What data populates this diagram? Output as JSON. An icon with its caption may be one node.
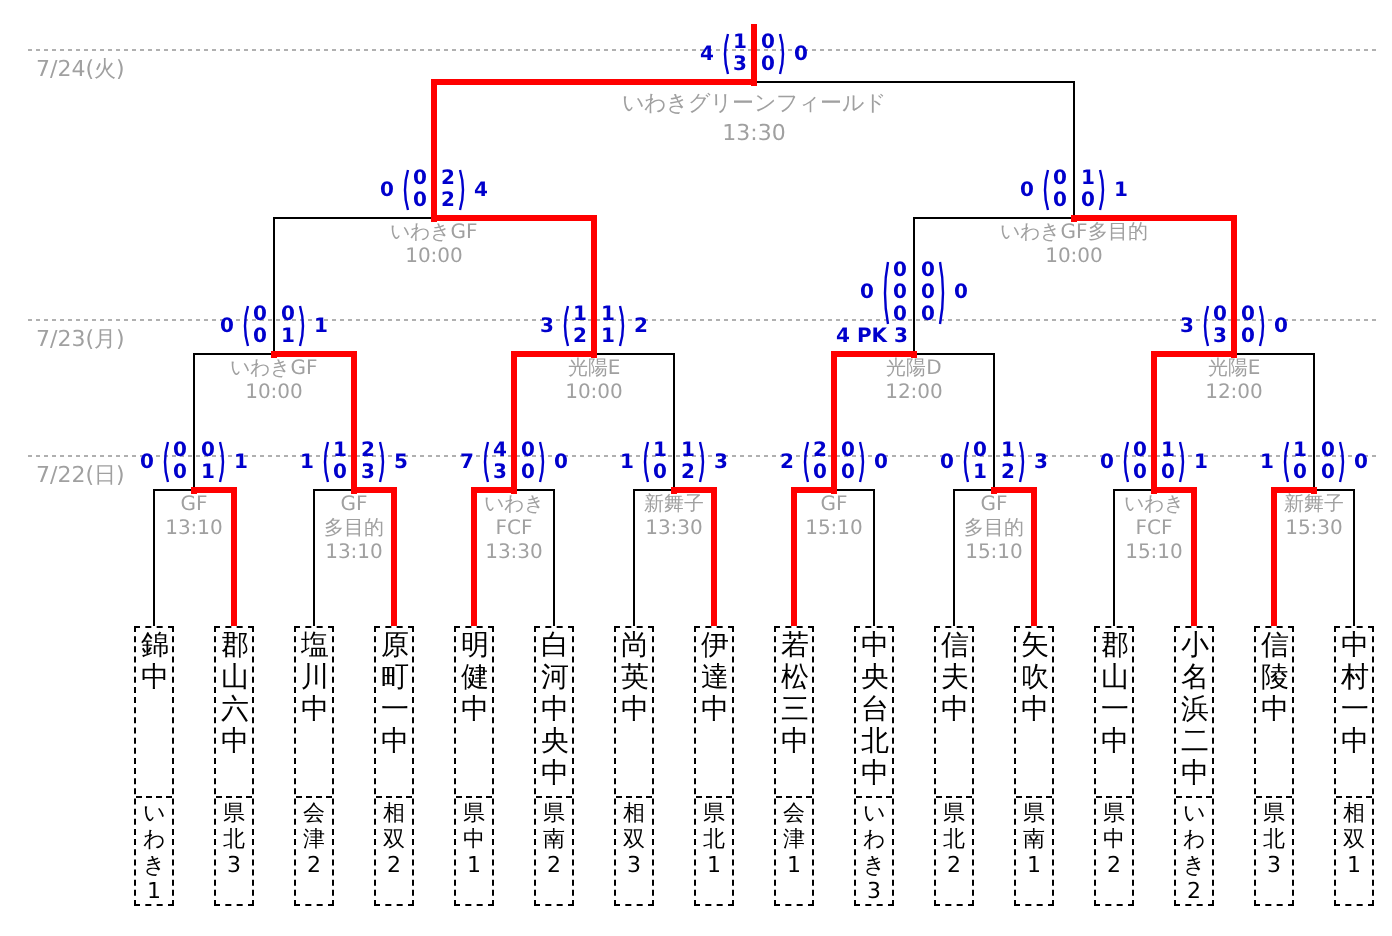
{
  "diagram": {
    "nodes": [
      {
        "text": [
          "いわきグリーンフィールド",
          "13:30"
        ],
        "beside": [
          "4",
          "1",
          "0",
          "3",
          "0",
          "0"
        ]
      },
      {
        "text": [
          "いわきGF",
          "10:00"
        ],
        "beside": [
          "0",
          "0",
          "2",
          "0",
          "2",
          "4"
        ]
      },
      {
        "text": [
          "いわきGF多目的",
          "10:00"
        ],
        "beside": [
          "0",
          "0",
          "1",
          "0",
          "0",
          "1"
        ]
      },
      {
        "text": [
          "いわきGF",
          "10:00"
        ],
        "beside": [
          "0",
          "0",
          "0",
          "0",
          "1",
          "1"
        ]
      },
      {
        "text": [
          "光陽E",
          "10:00"
        ],
        "beside": [
          "3",
          "1",
          "1",
          "2",
          "1",
          "2"
        ]
      },
      {
        "text": [
          "光陽D",
          "12:00"
        ],
        "beside": [
          "0",
          "0",
          "0",
          "0",
          "0",
          "0",
          "0",
          "0",
          "4 PK 3"
        ]
      },
      {
        "text": [
          "光陽E",
          "12:00"
        ],
        "beside": [
          "3",
          "0",
          "0",
          "3",
          "0",
          "0"
        ]
      },
      {
        "text": [
          "GF",
          "13:10"
        ],
        "beside": [
          "0",
          "0",
          "0",
          "0",
          "1",
          "1"
        ]
      },
      {
        "text": [
          "GF多目的",
          "13:10"
        ],
        "beside": [
          "1",
          "1",
          "2",
          "0",
          "3",
          "5"
        ]
      },
      {
        "text": [
          "いわきFCF",
          "13:30"
        ],
        "beside": [
          "7",
          "4",
          "0",
          "3",
          "0",
          "0"
        ]
      },
      {
        "text": [
          "新舞子",
          "13:30"
        ],
        "beside": [
          "1",
          "1",
          "1",
          "0",
          "2",
          "3"
        ]
      },
      {
        "text": [
          "GF",
          "15:10"
        ],
        "beside": [
          "2",
          "2",
          "0",
          "0",
          "0",
          "0"
        ]
      },
      {
        "text": [
          "GF多目的",
          "15:10"
        ],
        "beside": [
          "0",
          "0",
          "1",
          "1",
          "2",
          "3"
        ]
      },
      {
        "text": [
          "いわきFCF",
          "15:10"
        ],
        "beside": [
          "0",
          "0",
          "1",
          "0",
          "0",
          "1"
        ]
      },
      {
        "text": [
          "新舞子",
          "15:30"
        ],
        "beside": [
          "1",
          "1",
          "0",
          "0",
          "0",
          "0"
        ]
      },
      {
        "text": [
          "錦中",
          "いわき1"
        ]
      },
      {
        "text": [
          "郡山六中",
          "県北3"
        ]
      },
      {
        "text": [
          "塩川中",
          "会津2"
        ]
      },
      {
        "text": [
          "原町一中",
          "相双2"
        ]
      },
      {
        "text": [
          "明健中",
          "県中1"
        ]
      },
      {
        "text": [
          "白河中央中",
          "県南2"
        ]
      },
      {
        "text": [
          "尚英中",
          "相双3"
        ]
      },
      {
        "text": [
          "伊達中",
          "県北1"
        ]
      },
      {
        "text": [
          "若松三中",
          "会津1"
        ]
      },
      {
        "text": [
          "中央台北中",
          "いわき3"
        ]
      },
      {
        "text": [
          "信夫中",
          "県北2"
        ]
      },
      {
        "text": [
          "矢吹中",
          "県南1"
        ]
      },
      {
        "text": [
          "郡山一中",
          "県中2"
        ]
      },
      {
        "text": [
          "小名浜二中",
          "いわき2"
        ]
      },
      {
        "text": [
          "信陵中",
          "県北3"
        ]
      },
      {
        "text": [
          "中村一中",
          "相双1"
        ]
      }
    ],
    "edges": [
      {
        "from": 15,
        "to": 7,
        "arrow": "none",
        "color": "#000000"
      },
      {
        "from": 16,
        "to": 7,
        "arrow": "none"
      },
      {
        "from": 17,
        "to": 8,
        "arrow": "none",
        "color": "#000000"
      },
      {
        "from": 18,
        "to": 8,
        "arrow": "none"
      },
      {
        "from": 19,
        "to": 9,
        "arrow": "none"
      },
      {
        "from": 20,
        "to": 9,
        "arrow": "none",
        "color": "#000000"
      },
      {
        "from": 21,
        "to": 10,
        "arrow": "none",
        "color": "#000000"
      },
      {
        "from": 22,
        "to": 10,
        "arrow": "none"
      },
      {
        "from": 23,
        "to": 11,
        "arrow": "none"
      },
      {
        "from": 24,
        "to": 11,
        "arrow": "none",
        "color": "#000000"
      },
      {
        "from": 25,
        "to": 12,
        "arrow": "none",
        "color": "#000000"
      },
      {
        "from": 26,
        "to": 12,
        "arrow": "none"
      },
      {
        "from": 27,
        "to": 13,
        "arrow": "none",
        "color": "#000000"
      },
      {
        "from": 28,
        "to": 13,
        "arrow": "none"
      },
      {
        "from": 29,
        "to": 14,
        "arrow": "none"
      },
      {
        "from": 30,
        "to": 14,
        "arrow": "none",
        "color": "#000000"
      },
      {
        "from": 7,
        "to": 3,
        "arrow": "none",
        "color": "#000000"
      },
      {
        "from": 8,
        "to": 3,
        "arrow": "none"
      },
      {
        "from": 9,
        "to": 4,
        "arrow": "none"
      },
      {
        "from": 10,
        "to": 4,
        "arrow": "none",
        "color": "#000000"
      },
      {
        "from": 11,
        "to": 5,
        "arrow": "none"
      },
      {
        "from": 12,
        "to": 5,
        "arrow": "none",
        "color": "#000000"
      },
      {
        "from": 13,
        "to": 6,
        "arrow": "none"
      },
      {
        "from": 14,
        "to": 6,
        "arrow": "none",
        "color": "#000000"
      },
      {
        "from": 3,
        "to": 1,
        "arrow": "none",
        "color": "#000000"
      },
      {
        "from": 4,
        "to": 1,
        "arrow": "none"
      },
      {
        "from": 5,
        "to": 2,
        "arrow": "none",
        "color": "#000000"
      },
      {
        "from": 6,
        "to": 2,
        "arrow": "none"
      },
      {
        "from": 1,
        "to": 0,
        "arrow": "none"
      },
      {
        "from": 2,
        "to": 0,
        "arrow": "none",
        "color": "#000000"
      },
      {
        "from": 0,
        "to": null,
        "arrow": "none"
      }
    ],
    "labels": [
      "7/24(火)",
      "7/23(月)",
      "7/22(日)"
    ]
  }
}
